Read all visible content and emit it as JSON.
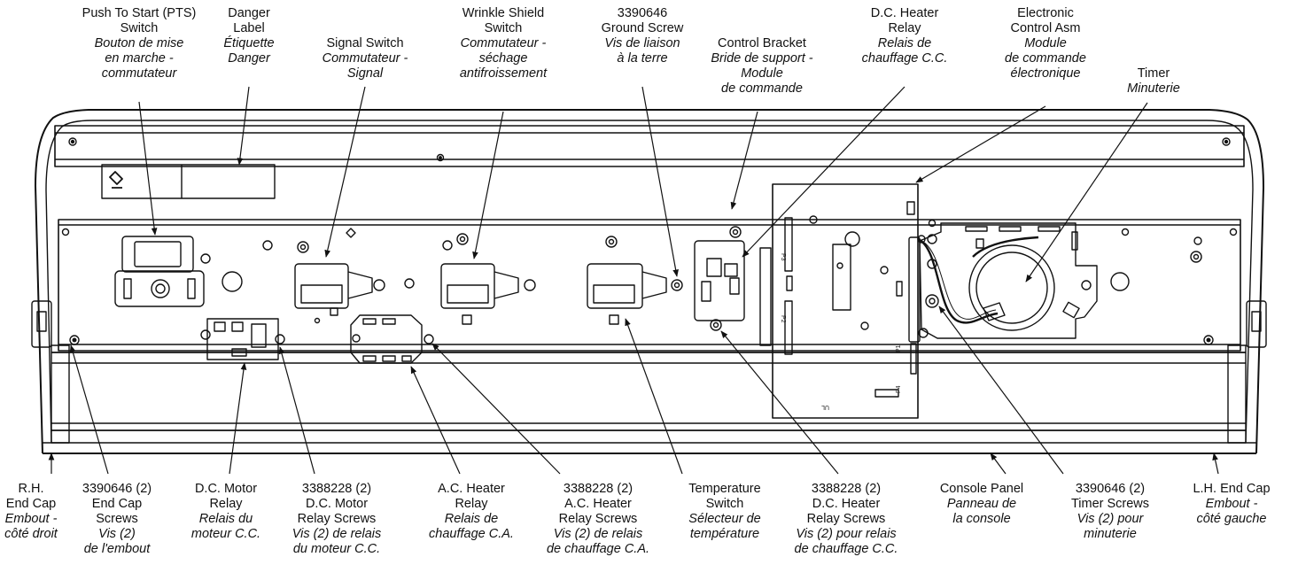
{
  "top_labels": [
    {
      "id": "pts",
      "en": [
        "Push To Start (PTS)",
        "Switch"
      ],
      "fr": [
        "Bouton de mise",
        "en marche -",
        "commutateur"
      ]
    },
    {
      "id": "danger",
      "en": [
        "Danger",
        "Label"
      ],
      "fr": [
        "Étiquette",
        "Danger"
      ]
    },
    {
      "id": "signal",
      "en": [
        "Signal Switch"
      ],
      "fr": [
        "Commutateur -",
        "Signal"
      ]
    },
    {
      "id": "wrinkle",
      "en": [
        "Wrinkle Shield",
        "Switch"
      ],
      "fr": [
        "Commutateur -",
        "séchage",
        "antifroissement"
      ]
    },
    {
      "id": "ground",
      "en": [
        "3390646",
        "Ground Screw"
      ],
      "fr": [
        "Vis de liaison",
        "à la terre"
      ]
    },
    {
      "id": "bracket",
      "en": [
        "Control  Bracket"
      ],
      "fr": [
        "Bride de support -",
        "Module",
        "de commande"
      ]
    },
    {
      "id": "dcheater",
      "en": [
        "D.C. Heater",
        "Relay"
      ],
      "fr": [
        "Relais de",
        "chauffage C.C."
      ]
    },
    {
      "id": "eca",
      "en": [
        "Electronic",
        "Control Asm"
      ],
      "fr": [
        "Module",
        "de commande",
        "électronique"
      ]
    },
    {
      "id": "timer",
      "en": [
        "Timer"
      ],
      "fr": [
        "Minuterie"
      ]
    }
  ],
  "bottom_labels": [
    {
      "id": "rhcap",
      "en": [
        "R.H.",
        "End Cap"
      ],
      "fr": [
        "Embout -",
        "côté droit"
      ]
    },
    {
      "id": "capscrews",
      "en": [
        "3390646 (2)",
        "End Cap",
        "Screws"
      ],
      "fr": [
        "Vis (2)",
        "de l'embout"
      ]
    },
    {
      "id": "dcmotor",
      "en": [
        "D.C. Motor",
        "Relay"
      ],
      "fr": [
        "Relais du",
        "moteur C.C."
      ]
    },
    {
      "id": "dcmotorscrews",
      "en": [
        "3388228 (2)",
        "D.C. Motor",
        "Relay Screws"
      ],
      "fr": [
        "Vis (2) de relais",
        "du moteur C.C."
      ]
    },
    {
      "id": "acheater",
      "en": [
        "A.C. Heater",
        "Relay"
      ],
      "fr": [
        "Relais de",
        "chauffage C.A."
      ]
    },
    {
      "id": "acheaterscrews",
      "en": [
        "3388228 (2)",
        "A.C. Heater",
        "Relay Screws"
      ],
      "fr": [
        "Vis (2) de relais",
        "de chauffage C.A."
      ]
    },
    {
      "id": "temp",
      "en": [
        "Temperature",
        "Switch"
      ],
      "fr": [
        "Sélecteur de",
        "température"
      ]
    },
    {
      "id": "dcheaterscrews",
      "en": [
        "3388228 (2)",
        "D.C. Heater",
        "Relay Screws"
      ],
      "fr": [
        "Vis (2) pour relais",
        "de chauffage C.C."
      ]
    },
    {
      "id": "console",
      "en": [
        "Console Panel"
      ],
      "fr": [
        "Panneau de",
        "la console"
      ]
    },
    {
      "id": "timerscrews",
      "en": [
        "3390646 (2)",
        "Timer Screws"
      ],
      "fr": [
        "Vis (2) pour",
        "minuterie"
      ]
    },
    {
      "id": "lhcap",
      "en": [
        "L.H.  End Cap"
      ],
      "fr": [
        "Embout -",
        "côté gauche"
      ]
    }
  ],
  "board_print": {
    "p1": "P1",
    "p2": "P2",
    "p3": "P3",
    "p4": "P4",
    "ul": "UL"
  }
}
